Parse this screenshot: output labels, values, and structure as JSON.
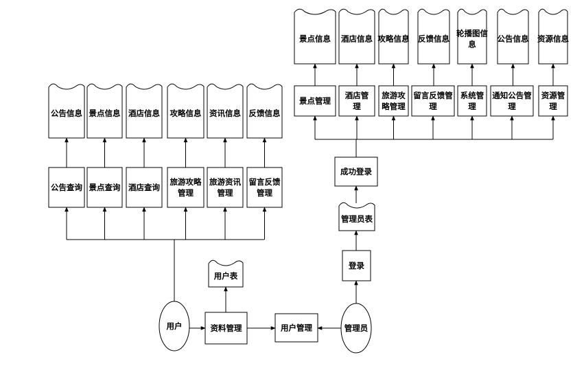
{
  "user_side": {
    "actor": "用户",
    "functions": [
      {
        "process": [
          "公告查询"
        ],
        "store": [
          "公告信息"
        ]
      },
      {
        "process": [
          "景点查询"
        ],
        "store": [
          "景点信息"
        ]
      },
      {
        "process": [
          "酒店查询"
        ],
        "store": [
          "酒店信息"
        ]
      },
      {
        "process": [
          "旅游攻略",
          "管理"
        ],
        "store": [
          "攻略信息"
        ]
      },
      {
        "process": [
          "旅游资讯",
          "管理"
        ],
        "store": [
          "资讯信息"
        ]
      },
      {
        "process": [
          "留言反馈",
          "管理"
        ],
        "store": [
          "反馈信息"
        ]
      }
    ],
    "profile_process": "资料管理",
    "profile_store": "用户表"
  },
  "shared_process": "用户管理",
  "admin_side": {
    "actor": "管理员",
    "login": "登录",
    "admin_store": "管理员表",
    "login_success": "成功登录",
    "functions": [
      {
        "process": [
          "景点管理"
        ],
        "store": [
          "景点信息"
        ]
      },
      {
        "process": [
          "酒店管",
          "理"
        ],
        "store": [
          "酒店信息"
        ]
      },
      {
        "process": [
          "旅游攻",
          "略管理"
        ],
        "store": [
          "攻略信息"
        ]
      },
      {
        "process": [
          "留言反馈管",
          "理"
        ],
        "store": [
          "反馈信息"
        ]
      },
      {
        "process": [
          "系统管",
          "理"
        ],
        "store": [
          "轮播图信",
          "息"
        ]
      },
      {
        "process": [
          "通知公告管",
          "理"
        ],
        "store": [
          "公告信息"
        ]
      },
      {
        "process": [
          "资源管",
          "理"
        ],
        "store": [
          "资源信息"
        ]
      }
    ]
  }
}
